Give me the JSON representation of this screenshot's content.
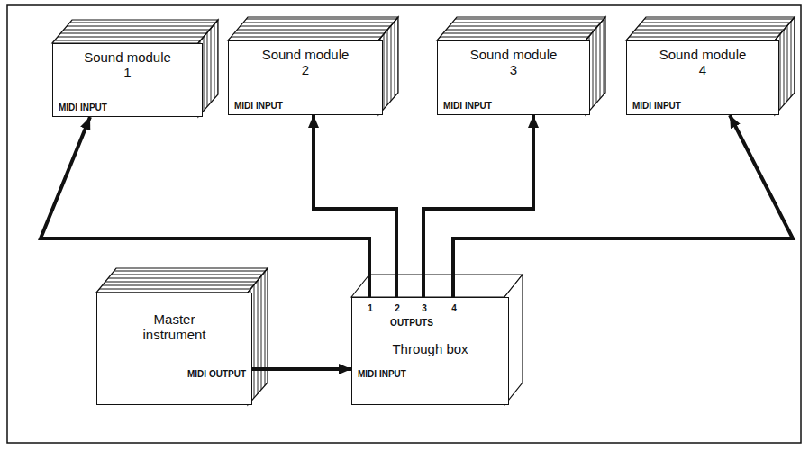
{
  "diagram": {
    "nodes": [
      {
        "text": [
          "Sound module 1",
          "MIDI INPUT"
        ]
      },
      {
        "text": [
          "Sound module 2",
          "MIDI INPUT"
        ]
      },
      {
        "text": [
          "Sound module 3",
          "MIDI INPUT"
        ]
      },
      {
        "text": [
          "Sound module 4",
          "MIDI INPUT"
        ]
      },
      {
        "text": [
          "Master instrument",
          "MIDI OUTPUT"
        ]
      },
      {
        "text": [
          "1",
          "2",
          "3",
          "4",
          "OUTPUTS",
          "Through box",
          "MIDI INPUT"
        ]
      }
    ],
    "edges": [
      {
        "from": 4,
        "to": 5,
        "arrow": "to"
      },
      {
        "from": 5,
        "to": 0,
        "arrow": "to"
      },
      {
        "from": 5,
        "to": 1,
        "arrow": "to"
      },
      {
        "from": 5,
        "to": 2,
        "arrow": "to"
      },
      {
        "from": 5,
        "to": 3,
        "arrow": "to"
      }
    ]
  }
}
